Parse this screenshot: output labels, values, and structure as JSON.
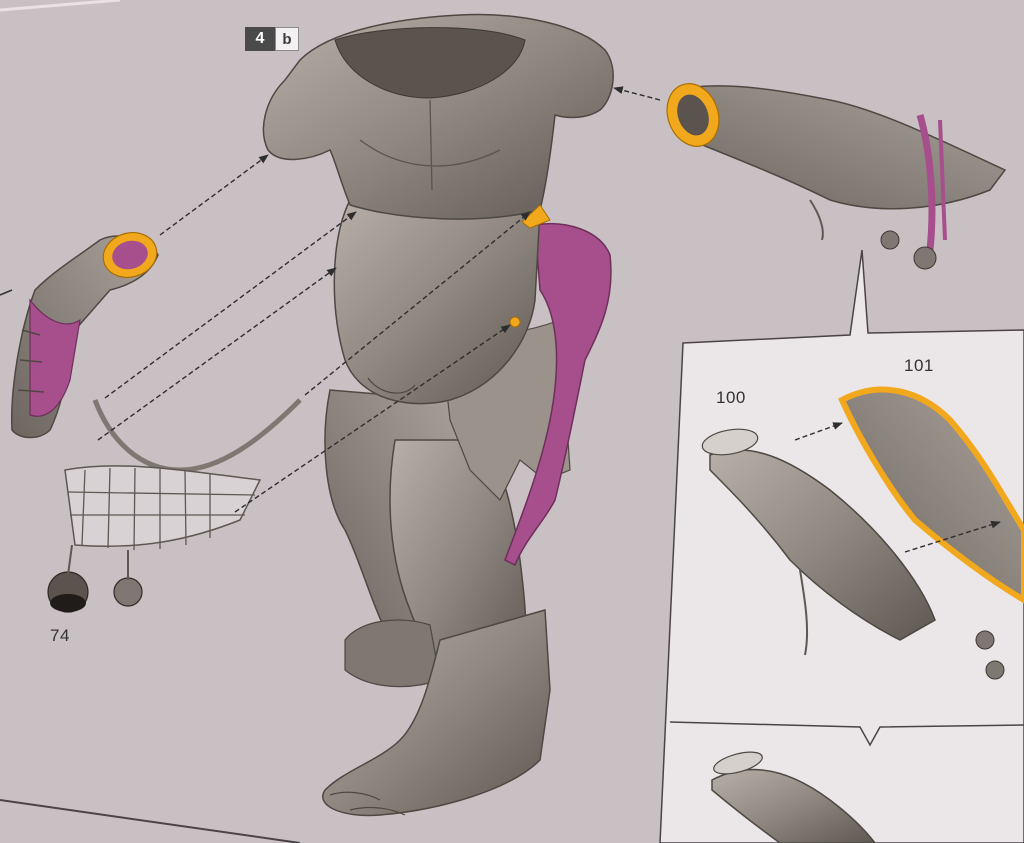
{
  "step": {
    "number": "4",
    "sub": "b"
  },
  "labels": {
    "part_74": "74",
    "part_100": "100",
    "part_101": "101"
  },
  "colors": {
    "background": "#c9c0c4",
    "model_grey": "#8f8780",
    "connector_orange": "#f2a81c",
    "detail_magenta": "#a64f8c",
    "callout_panel": "#ebe6e8"
  },
  "icons": {
    "torso": "orc-torso-legs-model",
    "left_arm": "left-forearm-part",
    "right_arm": "right-forearm-part",
    "net": "hanging-net-part",
    "arrows": "dashed-assembly-arrow"
  }
}
